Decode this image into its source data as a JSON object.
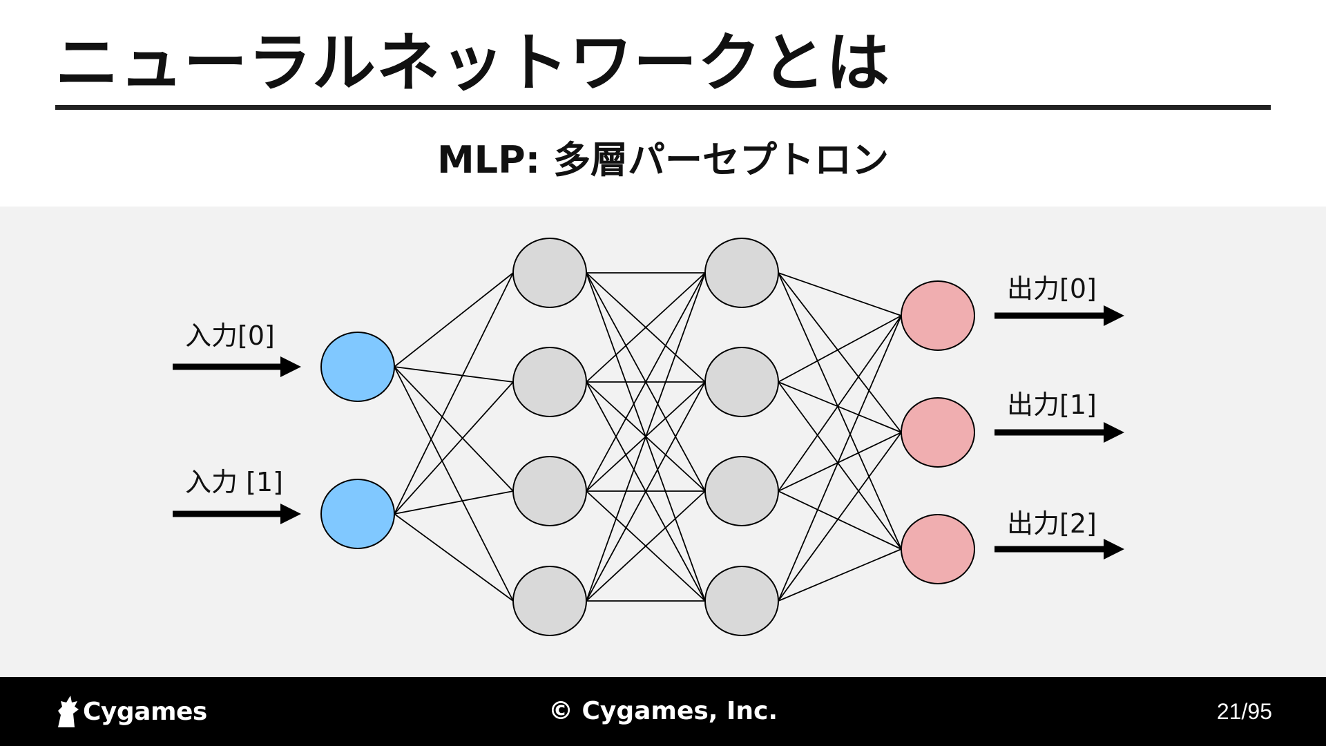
{
  "title": "ニューラルネットワークとは",
  "subtitle": "MLP: 多層パーセプトロン",
  "diagram": {
    "inputs": [
      {
        "label": "入力[0]"
      },
      {
        "label": "入力 [1]"
      }
    ],
    "hidden_layers": [
      {
        "node_count": 4
      },
      {
        "node_count": 4
      }
    ],
    "outputs": [
      {
        "label": "出力[0]"
      },
      {
        "label": "出力[1]"
      },
      {
        "label": "出力[2]"
      }
    ],
    "colors": {
      "input_node": "#80c8ff",
      "hidden_node": "#d9d9d9",
      "output_node": "#f0aeb0",
      "node_outline": "#000000",
      "connection": "#000000",
      "arrow": "#000000",
      "panel_background": "#f2f2f2"
    }
  },
  "footer": {
    "logo_text": "Cygames",
    "logo_icon": "cygames-knight-icon",
    "copyright": "© Cygames, Inc.",
    "page_number": "21/95"
  }
}
